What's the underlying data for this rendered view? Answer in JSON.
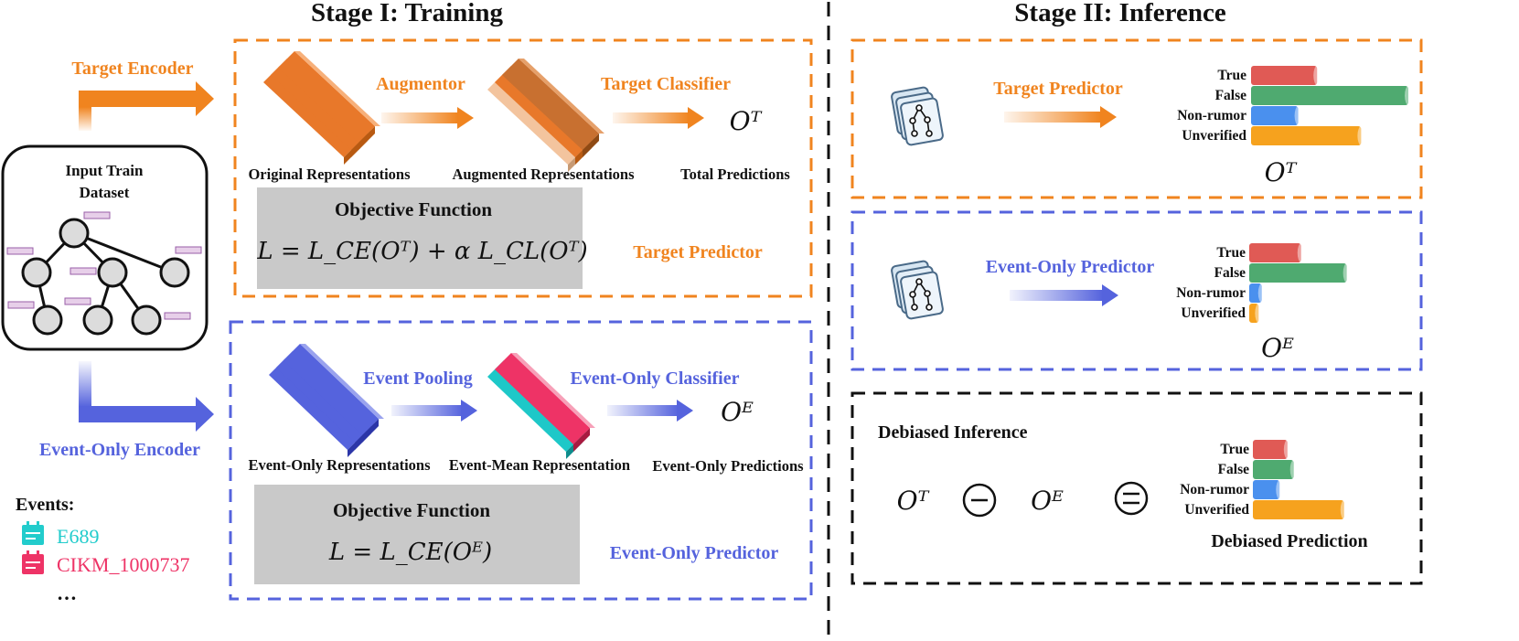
{
  "stage1": {
    "title": "Stage I: Training"
  },
  "stage2": {
    "title": "Stage II: Inference"
  },
  "input": {
    "line1": "Input Train",
    "line2": "Dataset"
  },
  "encoders": {
    "target": "Target Encoder",
    "event": "Event-Only Encoder"
  },
  "events": {
    "title": "Events:",
    "items": [
      "E689",
      "CIKM_1000737",
      "…"
    ]
  },
  "target_train": {
    "orig_label": "Original Representations",
    "augmentor": "Augmentor",
    "aug_label": "Augmented Representations",
    "classifier": "Target Classifier",
    "output": "Oᵀ",
    "pred_label": "Total Predictions",
    "objective_title": "Objective Function",
    "objective_eq": "L = Lₙₑ(Oᵀ) + α Lₒₗ(Oᵀ)",
    "predictor": "Target Predictor"
  },
  "event_train": {
    "rep_label": "Event-Only Representations",
    "pooling": "Event Pooling",
    "mean_label": "Event-Mean Representation",
    "classifier": "Event-Only Classifier",
    "output": "Oᴱ",
    "pred_label": "Event-Only Predictions",
    "objective_title": "Objective Function",
    "objective_eq": "L = Lₙₑ(Oᴱ)",
    "predictor": "Event-Only Predictor"
  },
  "inference": {
    "target": {
      "label": "Target Predictor",
      "output": "Oᵀ"
    },
    "event": {
      "label": "Event-Only Predictor",
      "output": "Oᴱ"
    },
    "debiased": {
      "title": "Debiased Inference",
      "target_symbol": "Oᵀ",
      "event_symbol": "Oᴱ",
      "pred_label": "Debiased Prediction"
    }
  },
  "chart_data": [
    {
      "type": "bar",
      "categories": [
        "True",
        "False",
        "Non-rumor",
        "Unverified"
      ],
      "values": [
        0.42,
        1.0,
        0.3,
        0.7
      ]
    },
    {
      "type": "bar",
      "categories": [
        "True",
        "False",
        "Non-rumor",
        "Unverified"
      ],
      "values": [
        0.33,
        0.62,
        0.08,
        0.06
      ]
    },
    {
      "type": "bar",
      "categories": [
        "True",
        "False",
        "Non-rumor",
        "Unverified"
      ],
      "values": [
        0.22,
        0.26,
        0.17,
        0.58
      ]
    }
  ],
  "colors": {
    "orange": "#f0841f",
    "blue": "#5563dd",
    "true_bar": "#e05a55",
    "false_bar": "#4faa70",
    "nonrumor_bar": "#4a90ee",
    "unverified_bar": "#f6a21e"
  }
}
